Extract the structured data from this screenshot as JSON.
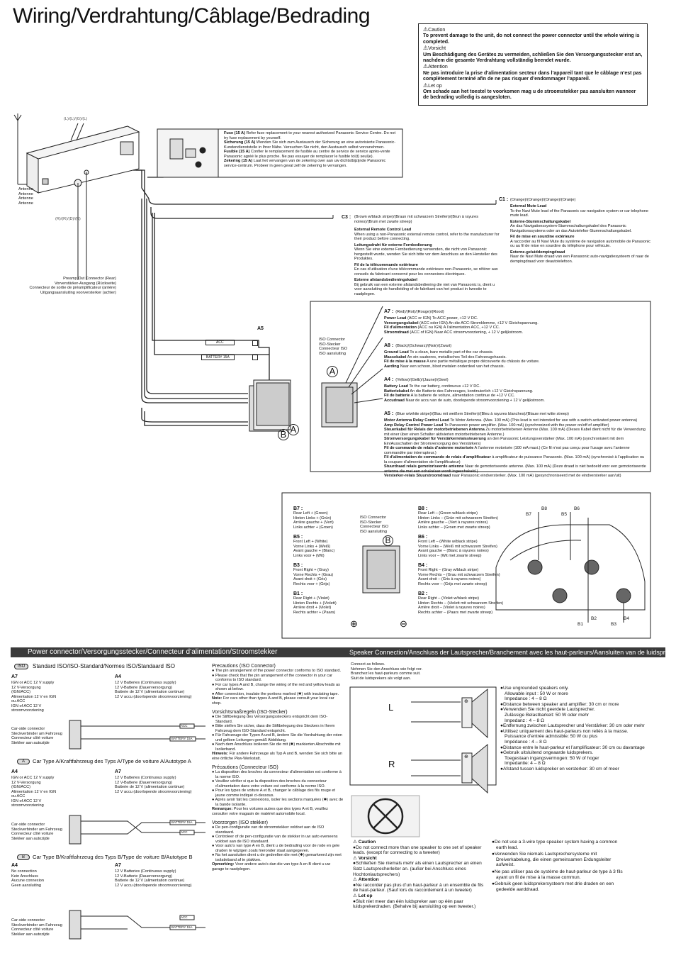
{
  "title": "Wiring/Verdrahtung/Câblage/Bedrading",
  "cautions": [
    {
      "head": "Caution",
      "text": "To prevent damage to the unit, do not connect the power connector until the whole wiring is completed."
    },
    {
      "head": "Vorsicht",
      "text": "Um Beschädigung des Gerätes zu vermeiden, schließen Sie den Versorgungsstecker erst an, nachdem die gesamte Verdrahtung vollständig beendet wurde."
    },
    {
      "head": "Attention",
      "text": "Ne pas introduire la prise d’alimentation secteur dans l’appareil tant que le câblage n’est pas complètement terminé afin de ne pas risquer d’endommager l’appareil."
    },
    {
      "head": "Let op",
      "text": "Om schade aan het toestel te voorkomen mag u de stroomstekker pas aansluiten wanneer de bedrading volledig is aangesloten."
    }
  ],
  "unit": {
    "lr_label": "(L)/(L)/(G)/(L)",
    "antenna": [
      "Antenna",
      "Antenne",
      "Antenne",
      "Antenne"
    ],
    "rdr_label": "(R)/(R)/(D)/(R)",
    "preamp": [
      "Preamp Out Connector (Rear)",
      "Vorverstärker-Ausgang (Rückseite)",
      "Connecteur de sortie de préamplificateur (arrière)",
      "Uitgangsaansluiting voorversterker (achter)"
    ]
  },
  "fuse": {
    "lines": [
      {
        "b": "Fuse (15 A)",
        "t": "  Refer fuse replacement to your nearest authorized Panasonic Service Centre. Do not try fuse replacement by yourself."
      },
      {
        "b": "Sicherung (15 A)",
        "t": " Wenden Sie sich zum Austausch der Sicherung an eine autorisierte Panasonic-Kundendienststelle in Ihrer Nähe. Versuchen Sie nicht, den Austausch selbst vorzunehmen."
      },
      {
        "b": "Fusible (15 A)",
        "t": " Confier le remplacement de fusible au centre de service de service après-vente Panasonic agréé le plus proche. Ne pas essayer de remplacer le fusible toi(t) seul(e)."
      },
      {
        "b": "Zekering (15 A)",
        "t": " Laat het vervangen van de zekering over aan uw dichtstbijzijnde Panasonic service-centrum. Probeer in geen geval zelf de zekering te vervangen."
      }
    ]
  },
  "c1": {
    "code": "C1 :",
    "colors": "(Orange)/(Orange)/(Orange)/(Oranje)",
    "blocks": [
      {
        "b": "External Mute Lead",
        "t": "To the Navi Mute lead of the Panasonic car navigation system or car telephone mute lead."
      },
      {
        "b": "Externe-Stummschaltungskabel",
        "t": "An das Navigationssystem-Stummschaltungskabel des Panasonic Navigationssystems oder an das Autotelefon-Stummschaltungskabel."
      },
      {
        "b": "Fil de mise en sourdine extérieure",
        "t": "A raccorder au fil Navi Mute du système de navigation automobile de Panasonic ou au fil de mise en sourdine du téléphone pour véhicule."
      },
      {
        "b": "Externe-geluiddempingdraad",
        "t": "Naar de Navi Mute draad van een Panasonic auto-navigatiesysteem of naar de dempingdraad voor deautotelefoon."
      }
    ]
  },
  "c3": {
    "code": "C3 :",
    "colors": "(Brown w/black stripe)/(Braun mit schwarzem Streifen)/(Brun à rayures noires)/(Bruin met zwarte streep)",
    "blocks": [
      {
        "b": "External Remote Control Lead",
        "t": "When using a non-Panasonic external remote control, refer to the manufacturer for their product before connecting."
      },
      {
        "b": "Leitungsdraht für externe Fernbedienung",
        "t": "Wenn Sie eine externe Fernbedienung verwenden, die nicht von Panasonic hergestellt wurde, wenden Sie sich bitte vor dem Anschluss an den Hersteller des Produktes."
      },
      {
        "b": "Fil de la télécommande extérieure",
        "t": "En cas d’utilisation d’une télécommande extérieure non-Panasonic, se référer aux conseils du fabricant concerné pour les connexions électriques."
      },
      {
        "b": "Externe afstandsbedieningskabel",
        "t": "Bij gebruik van een externe afstandsbediening die niet van Panasonic is, dient u voor aansluiting de handleiding of de fabrikant van het product in kwestie te raadplegen."
      }
    ]
  },
  "a5_label": "A5",
  "acc_tag": "ACC",
  "battery_tag": "BATTERY 15A",
  "iso_conn": [
    "ISO Connector",
    "ISO-Stecker",
    "Connecteur ISO",
    "ISO aansluiting"
  ],
  "conn_a": "A",
  "conn_b": "B",
  "a_pins": [
    {
      "code": "A7 :",
      "colors": "(Red)/(Rot)/(Rouge)/(Rood)",
      "lines": [
        {
          "b": "Power Lead",
          "t": " (ACC or IGN) To ACC power, +12 V DC."
        },
        {
          "b": "Versorgungskabel",
          "t": " (ACC oder IGN) An die ACC-Stromklemme, +12  V Gleichspannung."
        },
        {
          "b": "Fil d’alimentation",
          "t": " (ACC ou IGN) A l’alimentation ACC, +12 V CC."
        },
        {
          "b": "Stroomdraad",
          "t": " (ACC of IGN) Naar ACC stroomvoorziening, + 12 V gelijkstroom."
        }
      ]
    },
    {
      "code": "A8 :",
      "colors": "(Black)/(Schwarz)/(Noir)/(Zwart)",
      "lines": [
        {
          "b": "Ground Lead",
          "t": " To a clean, bare metallic part of the car chassis."
        },
        {
          "b": "Massekabel",
          "t": " An ein sauberes, metallisches Teil des Fahrzeugchassis."
        },
        {
          "b": "Fil de mise à la masse",
          "t": " A une partie métallique propre découverte du châssis de voiture."
        },
        {
          "b": "Aarding",
          "t": " Naar een schoon, bloot metalen onderdeel van het chassis."
        }
      ]
    },
    {
      "code": "A4 :",
      "colors": "(Yellow)/(Gelb)/(Jaune)/(Geel)",
      "lines": [
        {
          "b": "Battery Lead",
          "t": " To the car battery, continuous +12 V DC."
        },
        {
          "b": "Batteriekabel",
          "t": " An die Batterie des Fahrzeuges, kontinuierlich +12 V Gleichspannung."
        },
        {
          "b": "Fil de batterie",
          "t": " A la batterie de voiture, alimentation continue de +12 V CC."
        },
        {
          "b": "Accudraad",
          "t": " Naar de accu van de auto, doorlopende stroomvoorziening + 12 V gelijkstroom."
        }
      ]
    },
    {
      "code": "A5 :",
      "colors": "(Blue w/white stripe)/(Blau mit weißem Streifen)/(Bleu à rayures blanches)/(Blauw met witte streep)",
      "lines": [
        {
          "b": "Motor Antenna Relay Control Lead",
          "t": " To Motor Antenna. (Max. 100 mA) (This lead is not intended for use with a switch activated power antenna)"
        },
        {
          "b": "Amp Relay Control Power Lead",
          "t": " To Panasonic power amplifier. (Max. 100 mA) (synchronized with the power on/off of amplifier)"
        },
        {
          "b": "Steuerkabel für Relais der motorbetriebenen Antenna",
          "t": " Zu motorbetriebenen Antenne (Max. 100 mA) (Dieses Kabel dient nicht für die Verwendung mit einer über einen Schalter aktivierten motorbetriebenen Antenne.)"
        },
        {
          "b": "Stromversorgungskabel für Verstärkerrelaissteuerung",
          "t": " an den Panasonic Leistungsverstärker (Max. 100 mA) (synchronisiert mit dem Ein/Ausschalten der Stromversorgung des Verstärkers)"
        },
        {
          "b": "Fil de commande de relais d’antenne motorisée",
          "t": " A l’antenne motorisée (100 mA maxi.) (Ce fil n’est pas conçu pour l’usage avec l’antenne commandée par interrupteur.)"
        },
        {
          "b": "Fil d’alimentation de commande de relais d’amplificateur",
          "t": " à amplificateur de puissance Panasonic. (Max. 100 mA) (synchronisé à l’application ou la coupure d’alimentation de l’amplificateur)"
        },
        {
          "b": "Stuurdraad relais gemotoriseerde antenne",
          "t": "  Naar de gemotoriseerde antenne. (Max. 100 mA) (Deze draad is niet bedoeld voor een gemotoriseerde antenne die met een schakelaar wordt ingeschakeld.)"
        },
        {
          "b": "Versterker-relais Stuurstroomdraad",
          "t": " naar Panasonic eindversterker. (Max. 100 mA) (gesynchroniseerd met de eindversterker aan/uit)"
        }
      ]
    }
  ],
  "b_left": [
    {
      "code": "B7 :",
      "text": "Rear Left + (Green)\nHinten Links + (Grün)\nArrière gauche + (Vert)\nLinks achter + (Groen)"
    },
    {
      "code": "B5 :",
      "text": "Front Left + (White)\nVorne Links + (Weiß)\nAvant gauche + (Blanc)\nLinks voor + (Wit)"
    },
    {
      "code": "B3 :",
      "text": "Front Right + (Gray)\nVorne Rechts + (Grau)\nAvant droit + (Gris)\nRechts voor + (Grijs)"
    },
    {
      "code": "B1 :",
      "text": "Rear Right + (Violet)\nHinten Rechts + (Violett)\nArrière droit + (Violet)\nRechts achter + (Paars)"
    }
  ],
  "b_right": [
    {
      "code": "B8 :",
      "text": "Rear Left – (Green w/black stripe)\nHinten Links – (Grün mit schwarzem Streifen)\nArrière gauche – (Vert à rayures noires)\nLinks achter – (Groen met zwarte streep)"
    },
    {
      "code": "B6 :",
      "text": "Front Left – (White w/black stripe)\nVorne Links – (Weiß mit schwarzem Streifen)\nAvant gauche – (Blanc à rayures noires)\nLinks voor – (Wit met zwarte streep)"
    },
    {
      "code": "B4 :",
      "text": "Front Right – (Gray w/black stripe)\nVorne Rechts – (Grau mit schwarzem Streifen)\nAvant droit – (Gris à rayures noires)\nRechts voor – (Grijs met zwarte streep)"
    },
    {
      "code": "B2 :",
      "text": "Rear Right – (Violet w/black stripe)\nHinten Rechts – (Violett mit schwarzem Streifen)\nArrière droit – (Violet à rayures noires)\nRechts achter – (Paars met zwarte streep)"
    }
  ],
  "speaker_codes": [
    "B8",
    "B7",
    "B6",
    "B5",
    "B2",
    "B4",
    "B1",
    "B3"
  ],
  "plus_sym": "⊕",
  "minus_sym": "⊖",
  "power_header": "Power connector/Versorgungsstecker/Connecteur d’alimentation/Stroomstekker",
  "iso_std": "Standard ISO/ISO-Standard/Normes ISO/Standaard ISO",
  "iso_badge": "ISO",
  "std_a7": {
    "code": "A7",
    "text": "IGN or ACC 12 V supply\n12 V-Versorgung (IGN/ACC)\nAlimentation 12 V en IGN ou ACC\nIGN of ACC 12 V stroomvoorziening"
  },
  "std_a4": {
    "code": "A4",
    "text": "12 V Batteries (Continuous supply)\n12 V-Batterie (Dauerversorgung)\nBatterie de 12 V (alimentation continue)\n12 V accu (doorlopende stroomvoorziening)"
  },
  "car_side": "Car-side connector\nSteckverbinder am Fahrzeug\nConnecteur côté voiture\nStekker aan autozijde",
  "type_a": "Car Type A/Kraftfahrzeug des Typs A/Type de voiture A/Autotype A",
  "type_b": "Car Type B/Kraftfahrzeug des Typs B/Type de voiture B/Autotype B",
  "ta_a4": {
    "code": "A4",
    "text": "IGN or ACC 12 V supply\n12 V-Versorgung (IGN/ACC)\nAlimentation 12 V en IGN ou ACC\nIGN of ACC 12 V stroomvoorziening"
  },
  "ta_a7": {
    "code": "A7",
    "text": "12 V Batteries (Continuous supply)\n12 V-Batterie (Dauerversorgung)\nBatterie de 12 V (alimentation continue)\n12 V accu (doorlopende stroomvoorziening)"
  },
  "tb_a4": {
    "code": "A4",
    "text": "No connection\nKein Anschluss\nAucune connexion\nGeen aansluiting"
  },
  "tb_a7": {
    "code": "A7",
    "text": "12 V Batteries (Continuous supply)\n12 V-Batterie (Dauerversorgung)\nBatterie de 12 V (alimentation continue)\n12 V accu (doorlopende stroomvoorziening)"
  },
  "prec": [
    {
      "head": "Precautions (ISO Connector)",
      "items": [
        "The pin arrangement of the power connector conforms to ISO standard.",
        "Please check that the pin arrangement of the connector in your car conforms to ISO standard.",
        "For car types A and B, change the wiring of the red and yellow leads as shown at below.",
        "After connection, insulate the portions marked (✱) with insulating tape."
      ],
      "note_b": "Note:",
      "note": " For cars other than types A and B, please consult your local car shop."
    },
    {
      "head": "Vorsichtsmaßregeln (ISO-Stecker)",
      "items": [
        "Die Stiftbelegung des Versorgungssteckers entspricht dem ISO-Standard.",
        "Bitte stellen Sie sicher, dass die Stiftbelegung des Steckers in Ihrem Fahrzeug dem ISO-Standard entspricht.",
        "Für Fahrzeuge der Typen A und B, ändern Sie die Verdrahtung der roten und gelben Leitungen gemäß Abbildung.",
        "Nach dem Anschluss isolieren Sie die mit (✱) markierten Abschnitte mit Isolierband."
      ],
      "note_b": "Hinweis:",
      "note": " Für andere Fahrzeuge als Typ A und B, wenden Sie sich bitte an eine örtliche Pkw-Werkstatt."
    },
    {
      "head": "Précautions (Connecteur ISO)",
      "items": [
        "La disposition des broches du connecteur d’alimentation est conforme à la norme ISO.",
        "Veuillez vérifier si que la disposition des broches du connecteur d’alimentation dans votre voiture est conforme à la norme ISO.",
        "Pour les types de voiture A et B, changer le câblage des fils rouge et jaune comme indiqué ci-dessous.",
        "Après avoir fait les connexions, isoler les sections marquées (✱) avec de la bande isolante."
      ],
      "note_b": "Remarque:",
      "note": " Pour les voitures autres que des types A et B, veuillez consulter votre magasin de matériel automobile local."
    },
    {
      "head": "Voorzorgen (ISO stekker)",
      "items": [
        "De pen-configuratie van de stroomstekker voldoet aan de ISO standaard.",
        "Controleer of de pen-configuratie van de stekker in uw auto eveneens voldoet aan de ISO standaard.",
        "Voor auto’s van type A en B, dient u de bedrading voor de rode en gele draden te wijzigen zoals hieronder staat aangegeven.",
        "Na het aansluiten dient u de gedeelten die met (✱) gemarkeerd zijn met isolatieband af te plakken."
      ],
      "note_b": "Opmerking:",
      "note": " Voor andere auto’s dan die van type A en B dient u uw garage te raadplegen."
    }
  ],
  "speaker_header": "Speaker Connection/Anschluss der Lautsprecher/Branchement avec les haut-parleurs/Aansluiten van de luidsprekers",
  "connect_text": "Connect as follows.\nNehmen Sie den Anschluss wie folgt vor.\nBranchez les haut-parleurs comme suit.\nSluit de luidsprekers als volgt aan.",
  "spk_l": "L",
  "spk_r": "R",
  "spk_bullets": [
    "Use ungrounded speakers only.\nAllowable input : 50 W or more\nImpedance : 4 – 8 Ω",
    "Distance between speaker and amplifier: 30 cm or more",
    "Verwenden Sie nicht geerdete Lautsprecher.\nZulässige Belastbarkeit: 50 W oder mehr\nImpedanz : 4 – 8 Ω",
    "Entfernung zwischen Lautsprecher und Verstärker: 30 cm oder mehr",
    "Utilisez uniquement des haut-parleurs non reliés à la masse.\nPuissance d’entrée admissible: 50 W ou plus\nImpédance : 4 – 8 Ω",
    "Distance entre le haut-parleur et l’amplificateur: 30 cm ou davantage",
    "Gebruik uitsluitend ongeaarde luidsprekers.\nToegestaan ingangsvermogen: 50 W of hoger\nImpedantie: 4 – 8 Ω",
    "Afstand tussen luidspreker en versterker: 30 cm of meer"
  ],
  "spk_cautions": [
    {
      "head": "Caution",
      "text": "Do not connect more than one speaker to one set of speaker leads. (except for connecting to a tweeter)"
    },
    {
      "head": "Vorsicht",
      "text": "Schließen Sie niemals mehr als einen Lautsprecher an einen Satz Lautsprecherleiter an. (außer bei Anschluss eines Hochtonlautsprechers)"
    },
    {
      "head": "Attention",
      "text": "Ne raccorder pas plus d’un haut-parleur à un ensemble de fils de haut-parleur. (Sauf lors du raccordement à un tweeter)"
    },
    {
      "head": "Let op",
      "text": "Sluit niet meer dan één luidspreker aan op één paar luidsprekerdraden. (Behalve bij aansluiting op een tweeter.)"
    }
  ],
  "spk_3way": [
    "Do not use a 3-wire type speaker system having a common earth lead.",
    "Verwenden Sie niemals Lautsprechersysteme mit Dreiverkabelung, die einen gemeinsamen Erdungsleiter aufweist.",
    "Ne pas utiliser pas de système de haut-parleur de type à 3 fils ayant un fil de mise à la masse commun.",
    "Gebruik geen luidsprekersysteem met drie draden en een gedeelde aarddraad."
  ],
  "colors": {
    "accent": "#3a3a3a",
    "wire": "#222222"
  }
}
